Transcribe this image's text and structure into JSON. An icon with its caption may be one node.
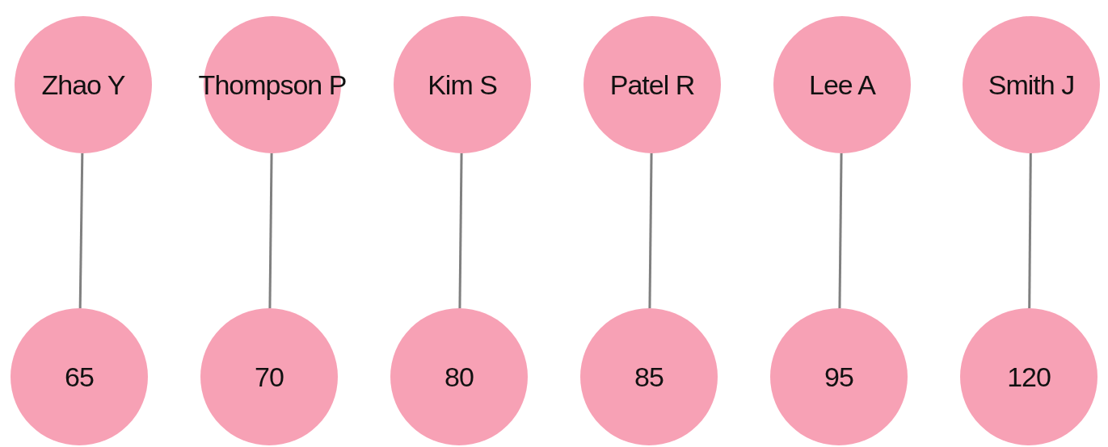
{
  "diagram": {
    "nodes": [
      {
        "text": [
          "Zhao Y"
        ]
      },
      {
        "text": [
          "Thompson P"
        ]
      },
      {
        "text": [
          "Kim S"
        ]
      },
      {
        "text": [
          "Patel R"
        ]
      },
      {
        "text": [
          "Lee A"
        ]
      },
      {
        "text": [
          "Smith J"
        ]
      },
      {
        "text": [
          "65"
        ]
      },
      {
        "text": [
          "70"
        ]
      },
      {
        "text": [
          "80"
        ]
      },
      {
        "text": [
          "85"
        ]
      },
      {
        "text": [
          "95"
        ]
      },
      {
        "text": [
          "120"
        ]
      }
    ],
    "edges": [
      {
        "from": 0,
        "to": 6,
        "arrow": "none"
      },
      {
        "from": 1,
        "to": 7,
        "arrow": "none"
      },
      {
        "from": 2,
        "to": 8,
        "arrow": "none"
      },
      {
        "from": 3,
        "to": 9,
        "arrow": "none"
      },
      {
        "from": 4,
        "to": 10,
        "arrow": "none"
      },
      {
        "from": 5,
        "to": 11,
        "arrow": "none"
      }
    ]
  }
}
